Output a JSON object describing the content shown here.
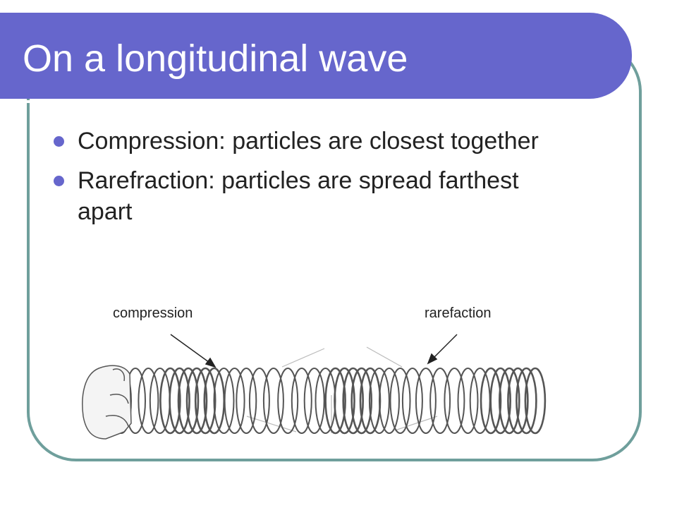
{
  "slide": {
    "title": "On a longitudinal wave",
    "bullets": [
      "Compression: particles are closest together",
      "Rarefraction: particles are spread farthest apart"
    ]
  },
  "figure": {
    "labels": {
      "compression": "compression",
      "rarefaction": "rarefaction"
    }
  },
  "colors": {
    "title_bar": "#6666cc",
    "frame": "#6f9f9c",
    "bullet": "#6666cc"
  }
}
